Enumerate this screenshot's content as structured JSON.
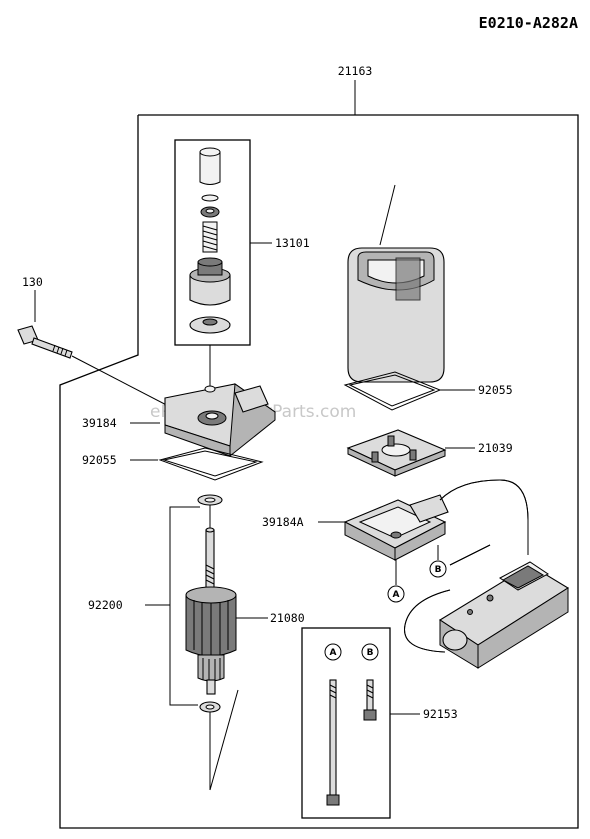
{
  "diagram_code": "E0210-A282A",
  "watermark": "eReplacementParts.com",
  "part_labels": {
    "assembly": "21163",
    "bolt": "130",
    "gear_kit": "13101",
    "rear_bracket": "39184",
    "gasket_upper": "92055",
    "gasket_lower": "92055",
    "brush_holder": "21039",
    "front_bracket": "39184A",
    "washer_set": "92200",
    "armature": "21080",
    "bolts_set": "92153"
  },
  "connector_markers": {
    "a": "A",
    "b": "B"
  }
}
